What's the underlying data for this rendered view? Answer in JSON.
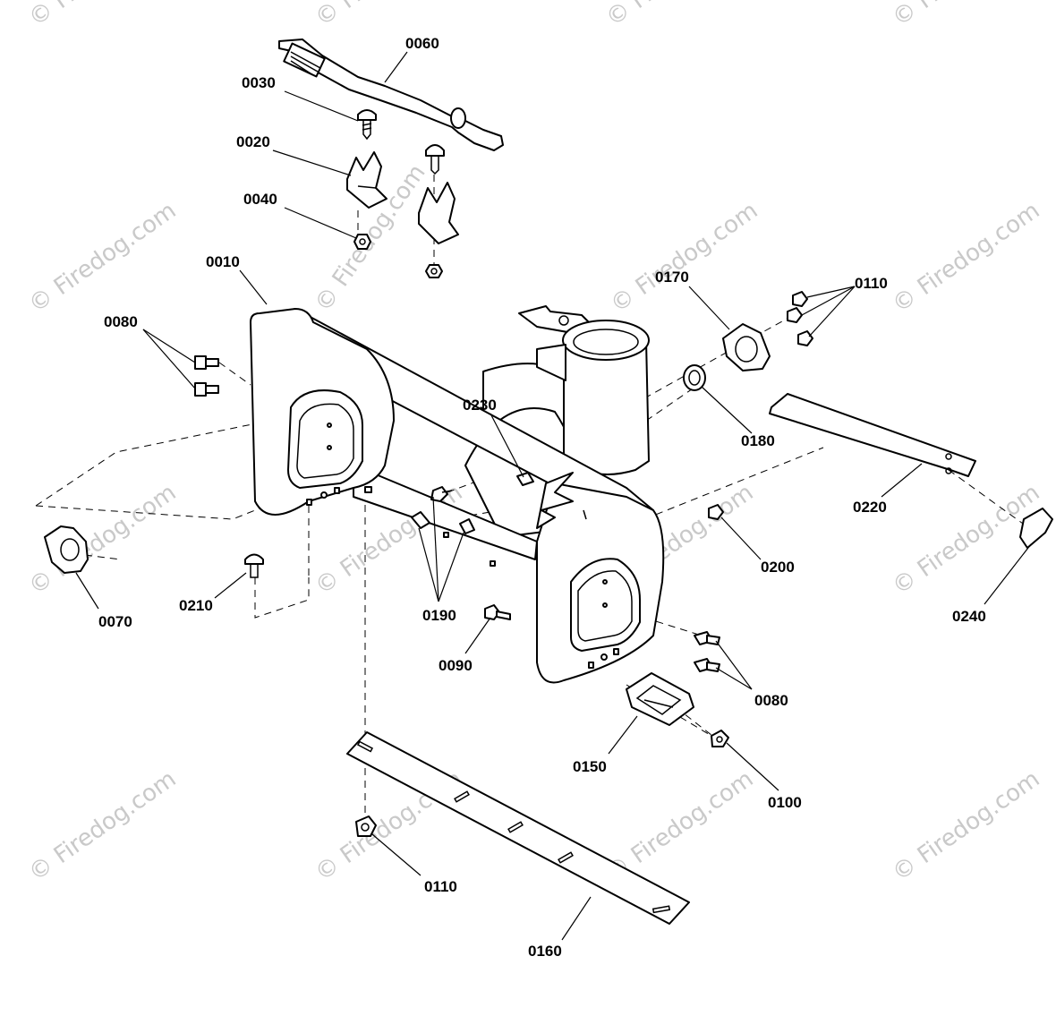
{
  "diagram": {
    "watermark": "© Firedog.com",
    "callouts": {
      "c0060": "0060",
      "c0030": "0030",
      "c0020": "0020",
      "c0040": "0040",
      "c0010": "0010",
      "c0080_left": "0080",
      "c0070": "0070",
      "c0210": "0210",
      "c0230": "0230",
      "c0170": "0170",
      "c0110_top": "0110",
      "c0180": "0180",
      "c0220": "0220",
      "c0200": "0200",
      "c0190": "0190",
      "c0090": "0090",
      "c0240": "0240",
      "c0080_right": "0080",
      "c0150": "0150",
      "c0100": "0100",
      "c0110_bottom": "0110",
      "c0160": "0160"
    },
    "colors": {
      "line": "#000000",
      "watermark": "#c9c9c9",
      "background": "#ffffff"
    }
  }
}
